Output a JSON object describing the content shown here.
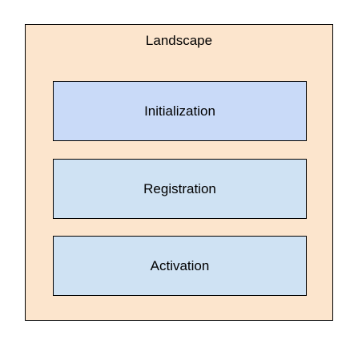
{
  "diagram": {
    "container": {
      "label": "Landscape",
      "fill": "#fce5cd"
    },
    "stages": [
      {
        "label": "Initialization",
        "fill": "#c9daf8"
      },
      {
        "label": "Registration",
        "fill": "#cfe2f3"
      },
      {
        "label": "Activation",
        "fill": "#cfe2f3"
      }
    ]
  }
}
